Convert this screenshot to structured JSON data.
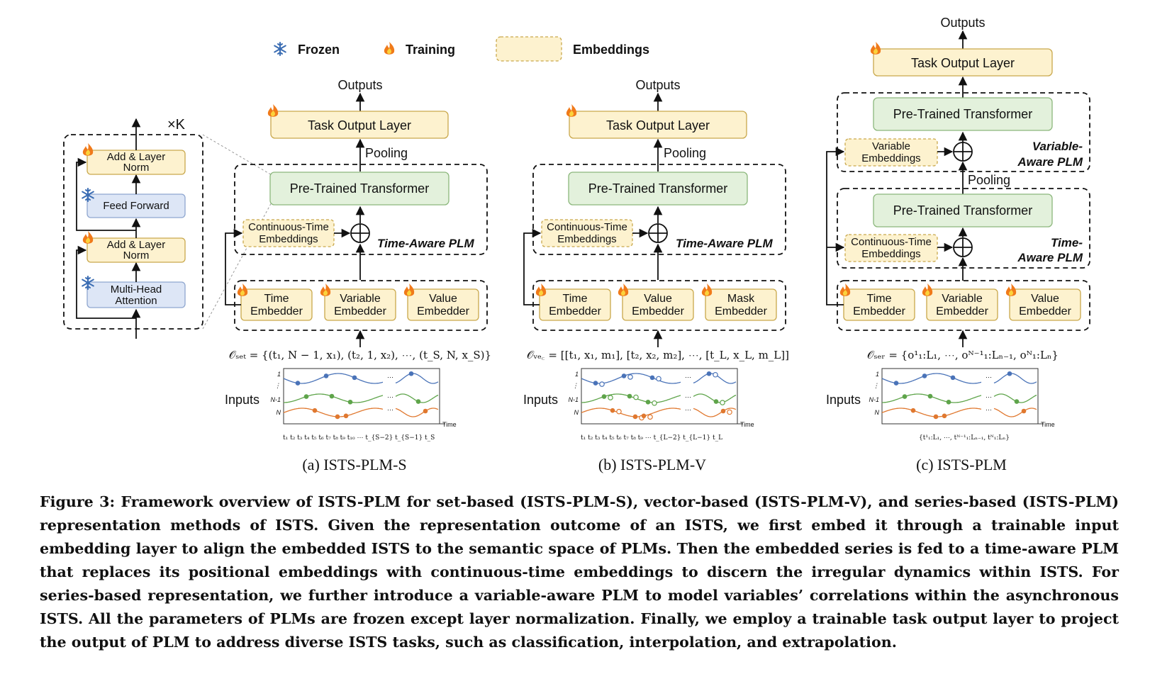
{
  "legend": {
    "frozen": "Frozen",
    "training": "Training",
    "embeddings": "Embeddings"
  },
  "colors": {
    "yellow_fill": "#fdf2cf",
    "yellow_stroke": "#c9a84c",
    "green_fill": "#e3f1dc",
    "green_stroke": "#8cb77c",
    "blue_fill": "#dde6f6",
    "blue_stroke": "#8ea6cf",
    "series_blue": "#4a73b8",
    "series_green": "#5ea44a",
    "series_orange": "#e0782f",
    "flame": "#f07a1a",
    "snow": "#3b6db3"
  },
  "icons": [
    "snowflake-icon",
    "flame-icon",
    "oplus-icon"
  ],
  "block": {
    "repeat": "×K",
    "add_norm_1": [
      "Add & Layer",
      "Norm"
    ],
    "feed_forward": "Feed Forward",
    "add_norm_2": [
      "Add & Layer",
      "Norm"
    ],
    "mha": [
      "Multi-Head",
      "Attention"
    ]
  },
  "common": {
    "outputs": "Outputs",
    "task_output": "Task Output Layer",
    "pooling": "Pooling",
    "ptt": "Pre-Trained Transformer",
    "cte": [
      "Continuous-Time",
      "Embeddings"
    ],
    "ve": [
      "Variable",
      "Embeddings"
    ],
    "inputs": "Inputs"
  },
  "panel_a": {
    "plm": "Time-Aware PLM",
    "embedders": [
      [
        "Time",
        "Embedder"
      ],
      [
        "Variable",
        "Embedder"
      ],
      [
        "Value",
        "Embedder"
      ]
    ],
    "formula": "𝒪ₛₑₜ = {(t₁, N − 1, x₁), (t₂, 1, x₂), ⋯, (t_S, N, x_S)}",
    "xticks": "t₁ t₂  t₃  t₄  t₅ t₆ t₇ t₈ t₉ t₁₀  ⋯  t_{S−2}  t_{S−1} t_S",
    "label": "(a) ISTS-PLM-S"
  },
  "panel_b": {
    "plm": "Time-Aware PLM",
    "embedders": [
      [
        "Time",
        "Embedder"
      ],
      [
        "Value",
        "Embedder"
      ],
      [
        "Mask",
        "Embedder"
      ]
    ],
    "formula": "𝒪ᵥₑ꜀ = [[t₁, x₁, m₁], [t₂, x₂, m₂], ⋯, [t_L, x_L, m_L]]",
    "xticks": "t₁ t₂  t₃  t₄  t₅  t₆ t₇ t₈ t₉   ⋯  t_{L−2} t_{L−1} t_L",
    "label": "(b) ISTS-PLM-V"
  },
  "panel_c": {
    "plm_var": [
      "Variable-",
      "Aware PLM"
    ],
    "plm_time": [
      "Time-",
      "Aware PLM"
    ],
    "embedders": [
      [
        "Time",
        "Embedder"
      ],
      [
        "Variable",
        "Embedder"
      ],
      [
        "Value",
        "Embedder"
      ]
    ],
    "formula": "𝒪ₛₑᵣ = {o¹₁:L₁, ⋯, oᴺ⁻¹₁:Lₙ₋₁, oᴺ₁:Lₙ}",
    "xticks": "{t¹₁:L₁, ⋯, tᴺ⁻¹₁:Lₙ₋₁, tᴺ₁:Lₙ}",
    "label": "(c) ISTS-PLM"
  },
  "plot": {
    "ylabels": [
      "1",
      "⋮",
      "N-1",
      "N"
    ],
    "time": "Time",
    "dots": "⋯"
  },
  "caption": "Figure 3: Framework overview of ISTS-PLM for set-based (ISTS-PLM-S), vector-based (ISTS-PLM-V), and series-based (ISTS-PLM) representation methods of ISTS. Given the representation outcome of an ISTS, we first embed it through a trainable input embedding layer to align the embedded ISTS to the semantic space of PLMs. Then the embedded series is fed to a time-aware PLM that replaces its positional embeddings with continuous-time embeddings to discern the irregular dynamics within ISTS. For series-based representation, we further introduce a variable-aware PLM to model variables’ correlations within the asynchronous ISTS. All the parameters of PLMs are frozen except layer normalization. Finally, we employ a trainable task output layer to project the output of PLM to address diverse ISTS tasks, such as classification, interpolation, and extrapolation."
}
